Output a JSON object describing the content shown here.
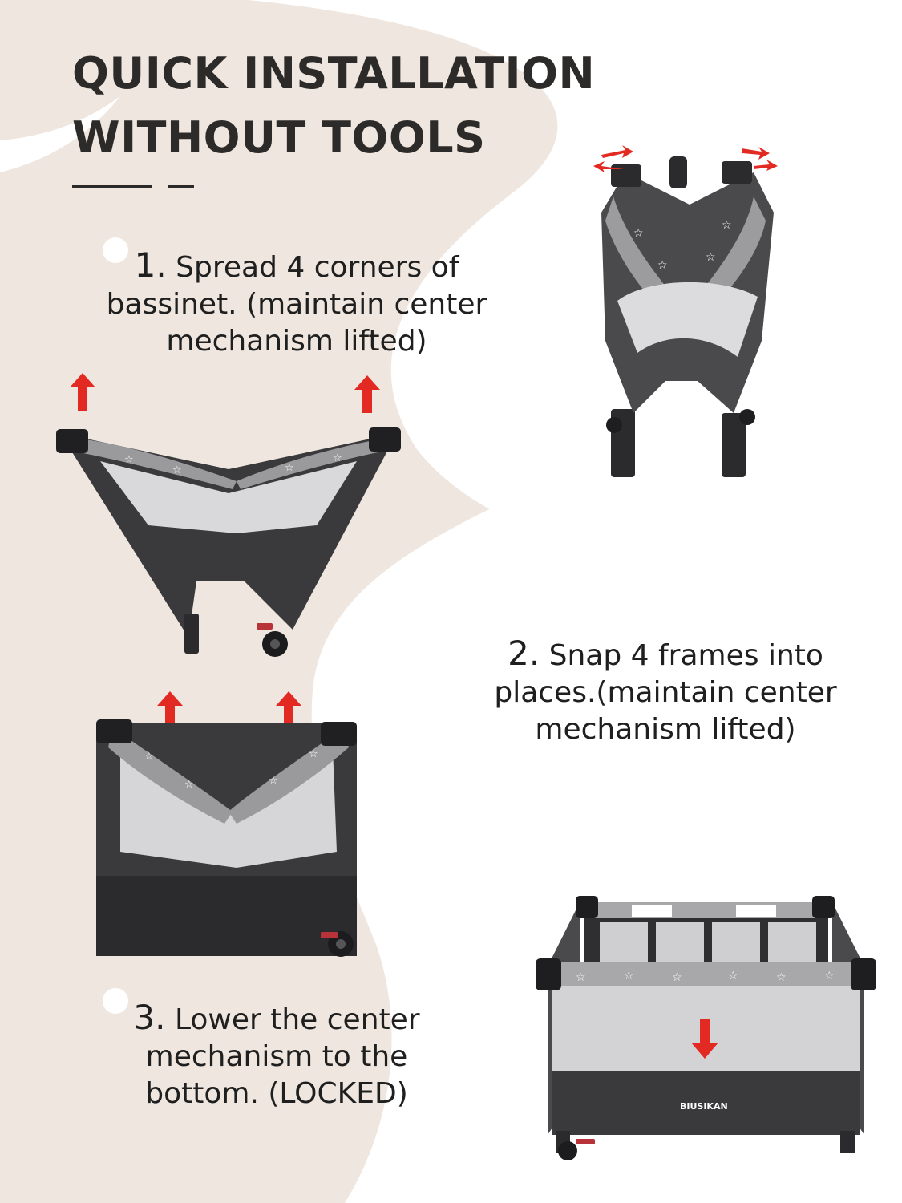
{
  "header": {
    "title_line_1": "QUICK INSTALLATION",
    "title_line_2": "WITHOUT TOOLS"
  },
  "steps": [
    {
      "number": "1.",
      "line_1": " Spread 4 corners of",
      "line_2": "bassinet. (maintain center",
      "line_3": "mechanism lifted)"
    },
    {
      "number": "2.",
      "line_1": " Snap 4 frames into",
      "line_2": "places.(maintain center",
      "line_3": "mechanism lifted)"
    },
    {
      "number": "3.",
      "line_1": " Lower the center",
      "line_2": "mechanism to the",
      "line_3": "bottom. (LOCKED)"
    }
  ],
  "product": {
    "brand": "BIUSIKAN"
  },
  "colors": {
    "background_beige": "#efe7df",
    "white_panel": "#ffffff",
    "arrow_red": "#e32a22",
    "frame_dark": "#3a3a3c",
    "fabric_gray": "#9a9a9c"
  },
  "icons": [
    "up-arrow-icon",
    "down-arrow-icon",
    "rotate-arrow-icon"
  ]
}
